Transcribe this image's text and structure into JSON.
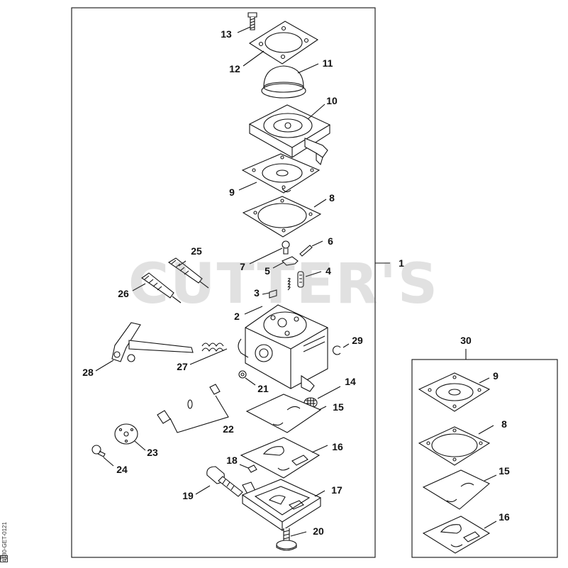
{
  "watermark": "CUTTER'S",
  "drawing_code": "4180-GET-0121",
  "drawing_code_badge": "RG",
  "labels": {
    "p1": "1",
    "p2": "2",
    "p3": "3",
    "p4": "4",
    "p5": "5",
    "p6": "6",
    "p7": "7",
    "p8": "8",
    "p9": "9",
    "p10": "10",
    "p11": "11",
    "p12": "12",
    "p13": "13",
    "p14": "14",
    "p15": "15",
    "p16": "16",
    "p17": "17",
    "p18": "18",
    "p19": "19",
    "p20": "20",
    "p21": "21",
    "p22": "22",
    "p23": "23",
    "p24": "24",
    "p25": "25",
    "p26": "26",
    "p27": "27",
    "p28": "28",
    "p29": "29",
    "p30": "30",
    "kit9": "9",
    "kit8": "8",
    "kit15": "15",
    "kit16": "16"
  }
}
